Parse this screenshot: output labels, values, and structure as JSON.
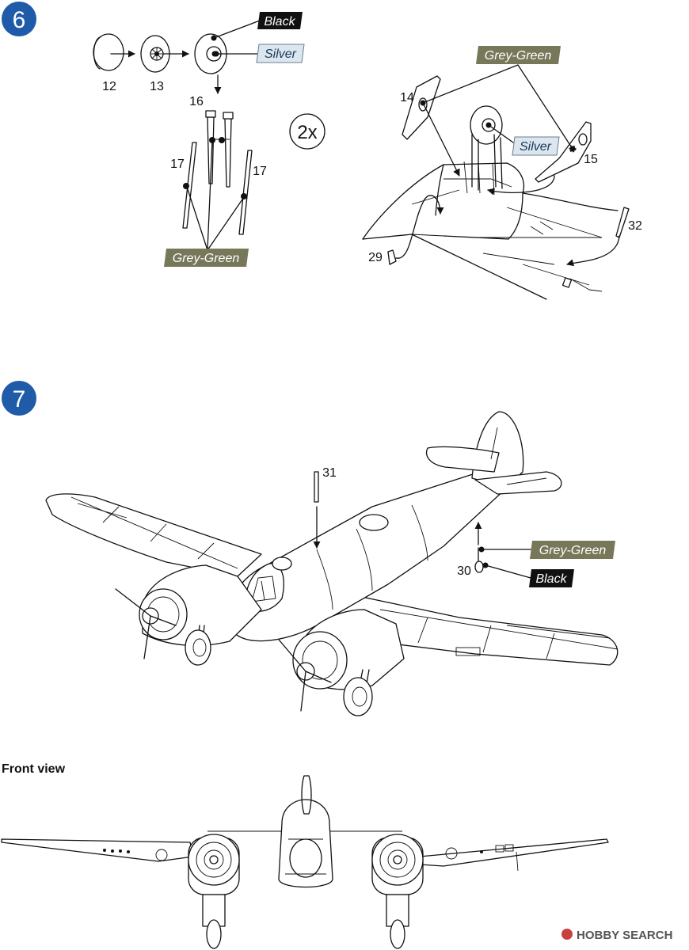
{
  "steps": [
    {
      "number": "6"
    },
    {
      "number": "7"
    }
  ],
  "colors": {
    "step_badge": "#1f5ba8",
    "grey_green": "#77775a",
    "black": "#111111",
    "silver": "#dbe6ef"
  },
  "step6": {
    "parts": {
      "p12": "12",
      "p13": "13",
      "p14": "14",
      "p15": "15",
      "p16": "16",
      "p17a": "17",
      "p17b": "17",
      "p29": "29",
      "p32": "32"
    },
    "multiplier": "2x",
    "callouts": {
      "black": "Black",
      "silver_wheel": "Silver",
      "grey_green_struts": "Grey-Green",
      "grey_green_doors": "Grey-Green",
      "silver_bay": "Silver"
    }
  },
  "step7": {
    "parts": {
      "p30": "30",
      "p31": "31"
    },
    "callouts": {
      "grey_green": "Grey-Green",
      "black": "Black"
    }
  },
  "front_view": {
    "heading": "Front view"
  },
  "watermark": {
    "text": "HOBBY SEARCH"
  }
}
